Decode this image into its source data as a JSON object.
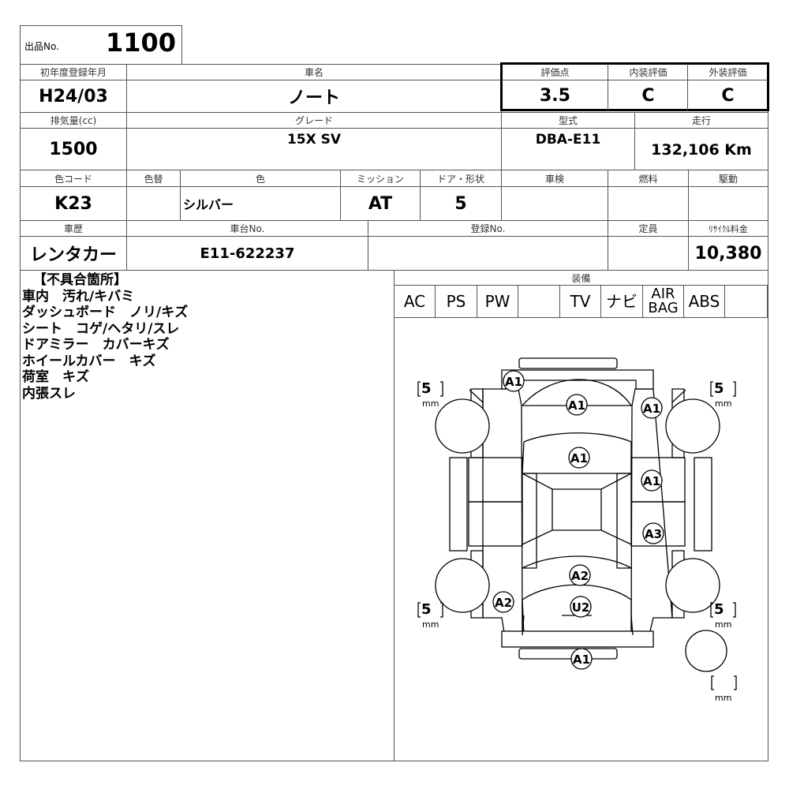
{
  "lot": {
    "label": "出品No.",
    "number": "1100"
  },
  "row1": {
    "first_reg_label": "初年度登録年月",
    "first_reg": "H24/03",
    "name_label": "車名",
    "name": "ノート",
    "score_label": "評価点",
    "score": "3.5",
    "interior_label": "内装評価",
    "interior": "C",
    "exterior_label": "外装評価",
    "exterior": "C"
  },
  "row2": {
    "displacement_label": "排気量(cc)",
    "displacement": "1500",
    "grade_label": "グレード",
    "grade": "15X SV",
    "model_label": "型式",
    "model": "DBA-E11",
    "mileage_label": "走行",
    "mileage": "132,106 Km"
  },
  "row3": {
    "color_code_label": "色コード",
    "color_code": "K23",
    "color_change_label": "色替",
    "color_change": "",
    "color_label": "色",
    "color": "シルバー",
    "mission_label": "ミッション",
    "mission": "AT",
    "door_label": "ドア・形状",
    "door": "5",
    "inspection_label": "車検",
    "inspection": "",
    "fuel_label": "燃料",
    "fuel": "",
    "drive_label": "駆動",
    "drive": ""
  },
  "row4": {
    "history_label": "車歴",
    "history": "レンタカー",
    "chassis_label": "車台No.",
    "chassis": "E11-622237",
    "reg_label": "登録No.",
    "reg": "",
    "capacity_label": "定員",
    "capacity": "",
    "recycle_label": "ﾘｻｲｸﾙ料金",
    "recycle": "10,380"
  },
  "defects": {
    "title": "【不具合箇所】",
    "items": [
      "車内　汚れ/キバミ",
      "ダッシュボード　ノリ/キズ",
      "シート　コゲ/ヘタリ/スレ",
      "ドアミラー　カバーキズ",
      "ホイールカバー　キズ",
      "荷室　キズ",
      "内張スレ"
    ]
  },
  "equipment": {
    "label": "装備",
    "items": [
      "AC",
      "PS",
      "PW",
      "",
      "TV",
      "ナビ",
      "AIR BAG",
      "ABS",
      ""
    ]
  },
  "damage_marks": [
    "A1",
    "A1",
    "A1",
    "A1",
    "A1",
    "A3",
    "A2",
    "A2",
    "U2",
    "A1"
  ],
  "tyres": {
    "fl": "5",
    "fr": "5",
    "rl": "5",
    "rr": "5",
    "spare": "",
    "unit": "mm"
  }
}
